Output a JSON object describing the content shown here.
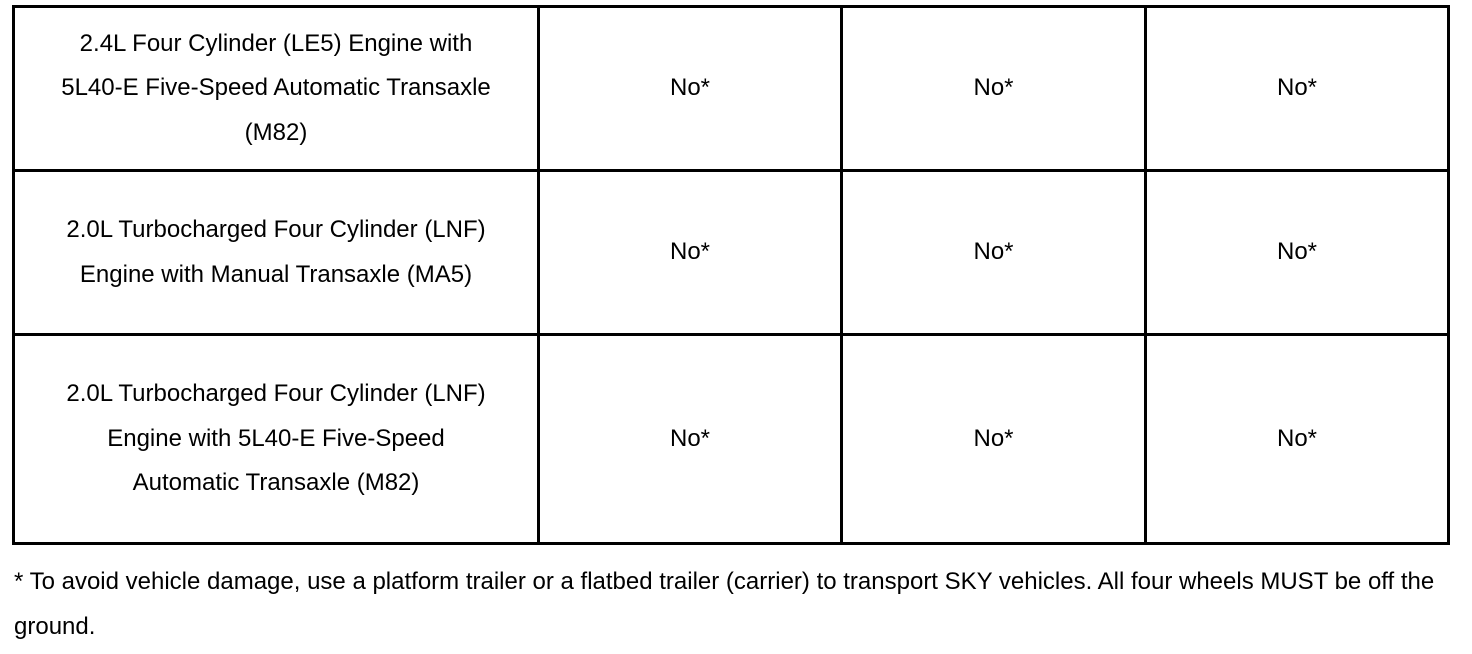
{
  "table": {
    "rows": [
      {
        "configuration": "2.4L Four Cylinder (LE5) Engine with 5L40-E Five-Speed Automatic Transaxle (M82)",
        "cells": [
          "No*",
          "No*",
          "No*"
        ]
      },
      {
        "configuration": "2.0L Turbocharged Four Cylinder (LNF) Engine with Manual Transaxle (MA5)",
        "cells": [
          "No*",
          "No*",
          "No*"
        ]
      },
      {
        "configuration": "2.0L Turbocharged Four Cylinder (LNF) Engine with 5L40-E Five-Speed Automatic Transaxle (M82)",
        "cells": [
          "No*",
          "No*",
          "No*"
        ]
      }
    ]
  },
  "footnote": "* To avoid vehicle damage, use a platform trailer or a flatbed trailer (carrier) to transport SKY vehicles. All four wheels MUST be off the ground."
}
